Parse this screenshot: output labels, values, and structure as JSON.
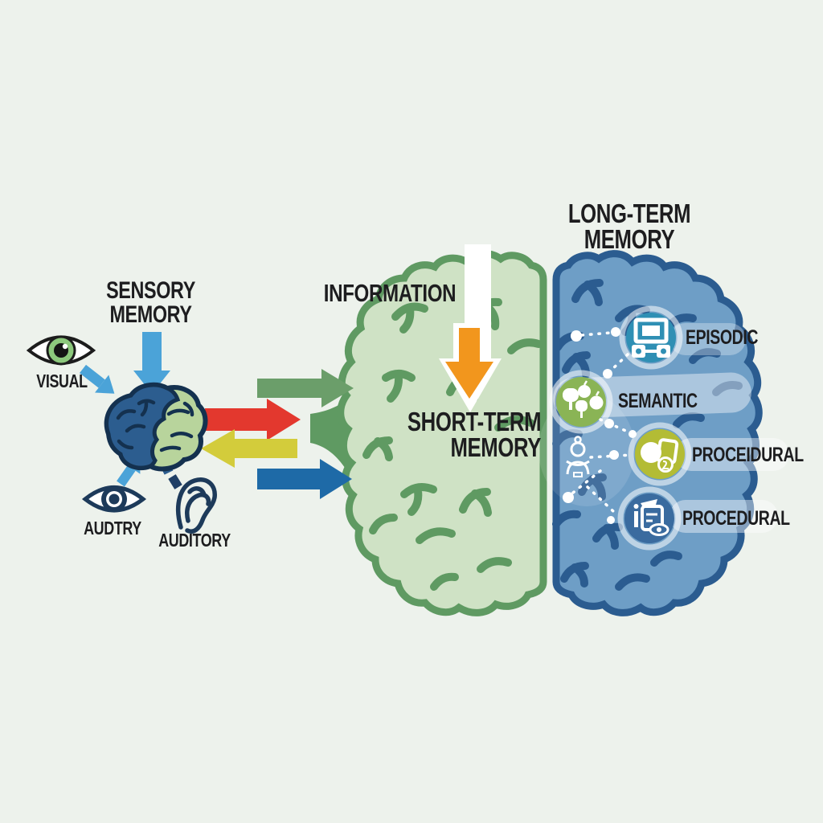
{
  "colors": {
    "background": "#edf2ec",
    "white": "#ffffff",
    "text": "#1d1d1f",
    "green_brain_fill": "#cfe2c5",
    "green_brain_line": "#5f9a62",
    "funnel": "#5f9a62",
    "blue_brain_fill": "#6e9ec6",
    "blue_brain_line": "#2b5c90",
    "arrow_green": "#6b9e6a",
    "arrow_red": "#e3382e",
    "arrow_yellow": "#d3cc3b",
    "arrow_blue": "#1e6aa7",
    "arrow_skyblue": "#4ba3d8",
    "arrow_orange": "#f2961d",
    "sensory_brain_left": "#2c5d8f",
    "sensory_brain_right": "#b8d49c",
    "sensory_brain_outline": "#14314f",
    "sensory_brain_stem_dark": "#1f3f66",
    "icon_dark": "#1d3a5a",
    "eye_iris_green": "#8cc87c"
  },
  "sensory": {
    "title_line1": "SENSORY",
    "title_line2": "MEMORY",
    "inputs": [
      {
        "label": "VISUAL",
        "icon": "eye-icon"
      },
      {
        "label": "AUDTRY",
        "icon": "eye-icon"
      },
      {
        "label": "AUDITORY",
        "icon": "ear-icon"
      }
    ]
  },
  "information_label": "INFORMATION",
  "short_term": {
    "title_line1": "SHORT-TERM",
    "title_line2": "MEMORY"
  },
  "long_term": {
    "title_line1": "LONG-TERM",
    "title_line2": "MEMORY",
    "types": [
      {
        "label": "EPISODIC",
        "badge_color": "#2f8fb4",
        "icon": "picture-frames-icon"
      },
      {
        "label": "SEMANTIC",
        "badge_color": "#8ab455",
        "icon": "objects-icon"
      },
      {
        "label": "PROCEIDURAL",
        "badge_color": "#b3bc35",
        "icon": "book-coin-icon"
      },
      {
        "label": "PROCEDURAL",
        "badge_color": "#3a6b9f",
        "icon": "checklist-eye-icon"
      }
    ]
  }
}
